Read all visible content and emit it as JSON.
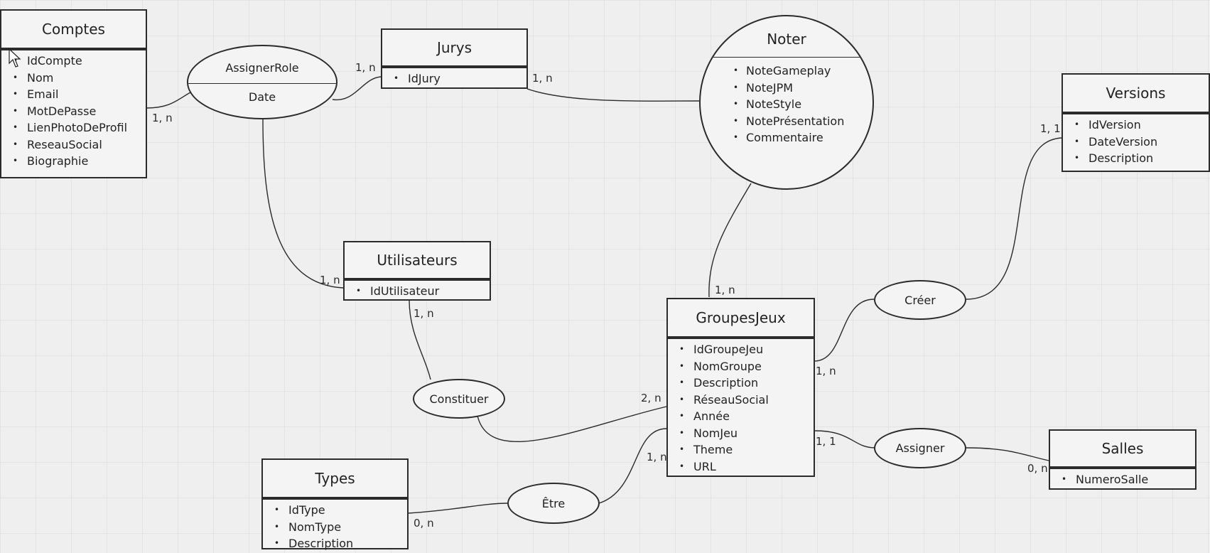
{
  "entities": {
    "comptes": {
      "title": "Comptes",
      "attributes": [
        "IdCompte",
        "Nom",
        "Email",
        "MotDePasse",
        "LienPhotoDeProfil",
        "ReseauSocial",
        "Biographie"
      ]
    },
    "jurys": {
      "title": "Jurys",
      "attributes": [
        "IdJury"
      ]
    },
    "utilisateurs": {
      "title": "Utilisateurs",
      "attributes": [
        "IdUtilisateur"
      ]
    },
    "versions": {
      "title": "Versions",
      "attributes": [
        "IdVersion",
        "DateVersion",
        "Description"
      ]
    },
    "groupesjeux": {
      "title": "GroupesJeux",
      "attributes": [
        "IdGroupeJeu",
        "NomGroupe",
        "Description",
        "RéseauSocial",
        "Année",
        "NomJeu",
        "Theme",
        "URL"
      ]
    },
    "types": {
      "title": "Types",
      "attributes": [
        "IdType",
        "NomType",
        "Description"
      ]
    },
    "salles": {
      "title": "Salles",
      "attributes": [
        "NumeroSalle"
      ]
    }
  },
  "relations": {
    "assignerrole": {
      "name": "AssignerRole",
      "attribute": "Date"
    },
    "noter": {
      "name": "Noter",
      "attributes": [
        "NoteGameplay",
        "NoteJPM",
        "NoteStyle",
        "NotePrésentation",
        "Commentaire"
      ]
    },
    "creer": {
      "name": "Créer"
    },
    "constituer": {
      "name": "Constituer"
    },
    "assigner": {
      "name": "Assigner"
    },
    "etre": {
      "name": "Être"
    }
  },
  "cardinalities": {
    "comptes_assignerrole": "1, n",
    "jurys_assignerrole": "1, n",
    "jurys_noter": "1, n",
    "utilisateurs_assignerrole": "1, n",
    "utilisateurs_constituer": "1, n",
    "versions_creer": "1, 1",
    "groupesjeux_noter": "1, n",
    "groupesjeux_creer": "1, n",
    "groupesjeux_constituer": "2, n",
    "groupesjeux_etre": "1, n",
    "groupesjeux_assigner": "1, 1",
    "salles_assigner": "0, n",
    "types_etre": "0, n"
  }
}
